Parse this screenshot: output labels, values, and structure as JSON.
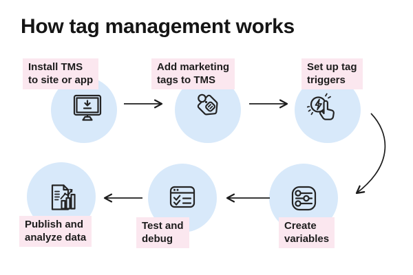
{
  "title": "How tag management works",
  "colors": {
    "background": "#ffffff",
    "circle_fill": "#d8e9fa",
    "label_background": "#fbe7ef",
    "ink": "#1c1c1c"
  },
  "steps": [
    {
      "label": "Install TMS\nto site or app",
      "icon": "monitor-download-icon"
    },
    {
      "label": "Add marketing\ntags to TMS",
      "icon": "price-tag-icon"
    },
    {
      "label": "Set up tag\ntriggers",
      "icon": "tap-trigger-icon"
    },
    {
      "label": "Create\nvariables",
      "icon": "sliders-icon"
    },
    {
      "label": "Test and\ndebug",
      "icon": "checklist-window-icon"
    },
    {
      "label": "Publish and\nanalyze data",
      "icon": "report-chart-icon"
    }
  ],
  "arrows": [
    {
      "from": "Install TMS to site or app",
      "to": "Add marketing tags to TMS"
    },
    {
      "from": "Add marketing tags to TMS",
      "to": "Set up tag triggers"
    },
    {
      "from": "Set up tag triggers",
      "to": "Create variables"
    },
    {
      "from": "Create variables",
      "to": "Test and debug"
    },
    {
      "from": "Test and debug",
      "to": "Publish and analyze data"
    }
  ]
}
